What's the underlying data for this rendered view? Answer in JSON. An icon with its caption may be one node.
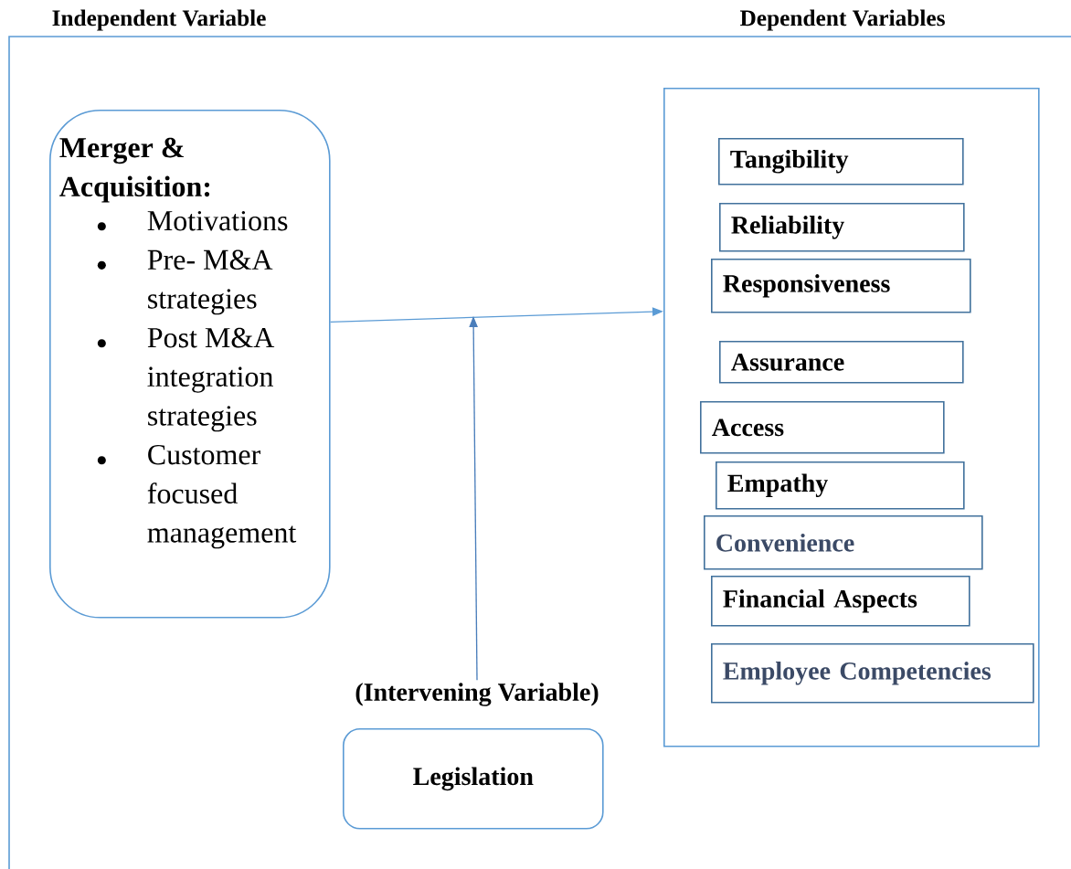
{
  "diagram": {
    "nodes": [
      {
        "text": [
          "Merger & Acquisition:",
          "Motivations",
          "Pre- M&A strategies",
          "Post M&A integration strategies",
          "Customer focused management"
        ]
      },
      {
        "text": [],
        "shape": "box"
      },
      {
        "text": [
          "Tangibility"
        ],
        "in": 1
      },
      {
        "text": [
          "Reliability"
        ],
        "in": 1
      },
      {
        "text": [
          "Responsiveness"
        ],
        "in": 1
      },
      {
        "text": [
          "Assurance"
        ],
        "in": 1
      },
      {
        "text": [
          "Access"
        ],
        "in": 1
      },
      {
        "text": [
          "Empathy"
        ],
        "in": 1
      },
      {
        "text": [
          "Convenience"
        ],
        "in": 1
      },
      {
        "text": [
          "Financial Aspects"
        ],
        "in": 1
      },
      {
        "text": [
          "Employee Competencies"
        ],
        "in": 1
      },
      {
        "text": [
          "(Intervening Variable)",
          "Legislation"
        ]
      }
    ],
    "edges": [
      {
        "from": 0,
        "to": 1,
        "arrow": "to"
      },
      {
        "from": 11,
        "to": null,
        "arrow": "to"
      }
    ],
    "labels": [
      "Independent Variable",
      "Dependent Variables"
    ]
  }
}
